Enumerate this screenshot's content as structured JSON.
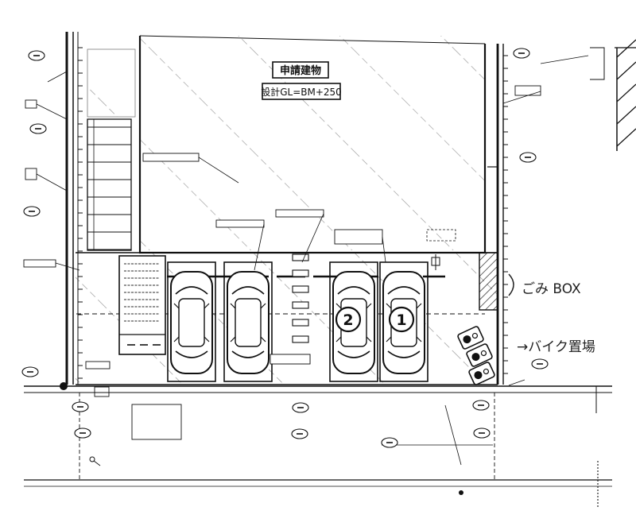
{
  "title_box": {
    "line1": "申請建物",
    "line2": "設計GL=BM+250"
  },
  "notes": {
    "gomi": "ごみ BOX",
    "bike": "→バイク置場"
  },
  "parking_numbers": [
    "2",
    "1"
  ],
  "colors": {
    "ink": "#111111",
    "paper": "#ffffff"
  }
}
